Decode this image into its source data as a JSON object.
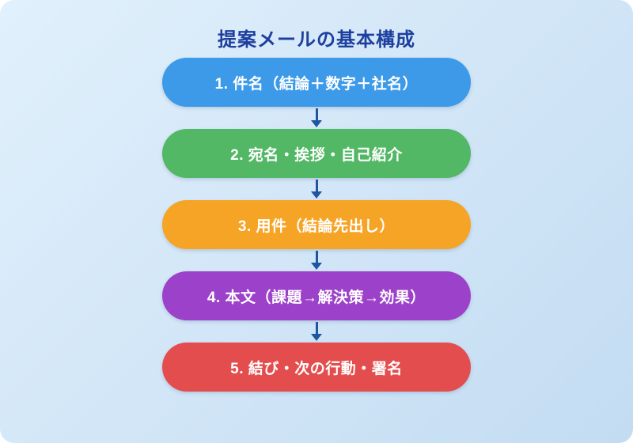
{
  "title": "提案メールの基本構成",
  "steps": [
    {
      "label": "1. 件名（結論＋数字＋社名）"
    },
    {
      "label": "2. 宛名・挨拶・自己紹介"
    },
    {
      "label": "3. 用件（結論先出し）"
    },
    {
      "label": "4. 本文（課題→解決策→効果）"
    },
    {
      "label": "5. 結び・次の行動・署名"
    }
  ],
  "colors": {
    "background_top": "#e1f0fc",
    "background_bottom": "#c3dcf2",
    "title": "#1d3f9e",
    "arrow": "#1e56a0",
    "steps": [
      "#3d9ae8",
      "#53b865",
      "#f6a426",
      "#9c41c9",
      "#e44d4d"
    ]
  }
}
